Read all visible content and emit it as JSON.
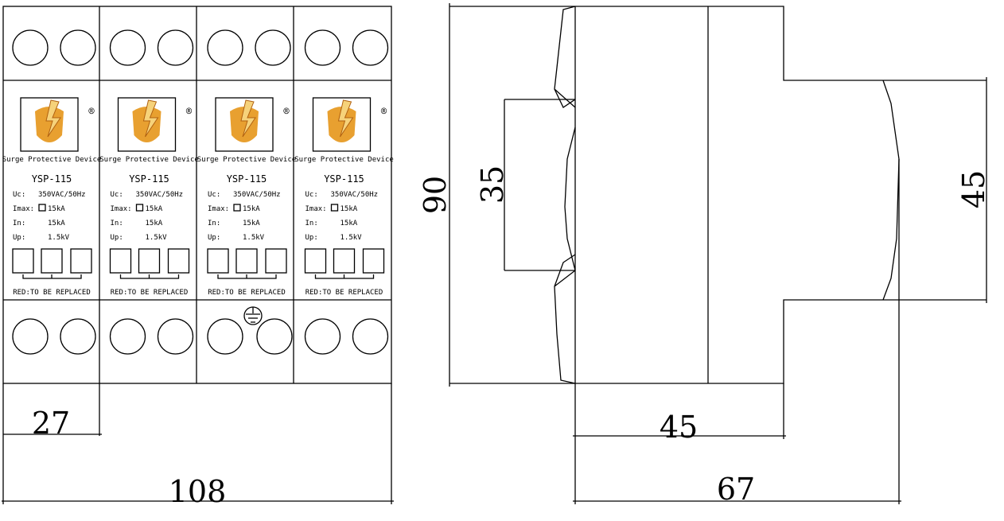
{
  "modules": [
    {
      "name": "Surge Protective Device",
      "model": "YSP-115",
      "params": [
        [
          "Uc:",
          "350VAC/50Hz"
        ],
        [
          "Imax:",
          "15kA"
        ],
        [
          "In:",
          "15kA"
        ],
        [
          "Up:",
          "1.5kV"
        ]
      ],
      "note": "RED:TO BE REPLACED",
      "reg": "®"
    },
    {
      "name": "Surge Protective Device",
      "model": "YSP-115",
      "params": [
        [
          "Uc:",
          "350VAC/50Hz"
        ],
        [
          "Imax:",
          "15kA"
        ],
        [
          "In:",
          "15kA"
        ],
        [
          "Up:",
          "1.5kV"
        ]
      ],
      "note": "RED:TO BE REPLACED",
      "reg": "®"
    },
    {
      "name": "Surge Protective Device",
      "model": "YSP-115",
      "params": [
        [
          "Uc:",
          "350VAC/50Hz"
        ],
        [
          "Imax:",
          "15kA"
        ],
        [
          "In:",
          "15kA"
        ],
        [
          "Up:",
          "1.5kV"
        ]
      ],
      "note": "RED:TO BE REPLACED",
      "reg": "®"
    },
    {
      "name": "Surge Protective Device",
      "model": "YSP-115",
      "params": [
        [
          "Uc:",
          "350VAC/50Hz"
        ],
        [
          "Imax:",
          "15kA"
        ],
        [
          "In:",
          "15kA"
        ],
        [
          "Up:",
          "1.5kV"
        ]
      ],
      "note": "RED:TO BE REPLACED",
      "reg": "®"
    }
  ],
  "dimensions": {
    "module_width": "27",
    "total_width": "108",
    "height": "90",
    "rail": "35",
    "front_height": "45",
    "depth_front": "45",
    "depth_total": "67"
  },
  "colors": {
    "logo": "#e8a030",
    "line": "#000000"
  }
}
